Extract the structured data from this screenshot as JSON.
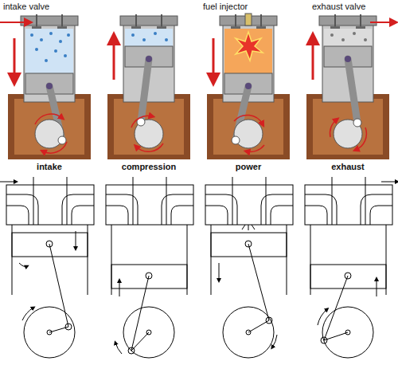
{
  "diagram": {
    "labels": [
      "intake valve",
      "fuel injector",
      "exhaust valve",
      "intake",
      "compression",
      "power",
      "exhaust"
    ]
  }
}
